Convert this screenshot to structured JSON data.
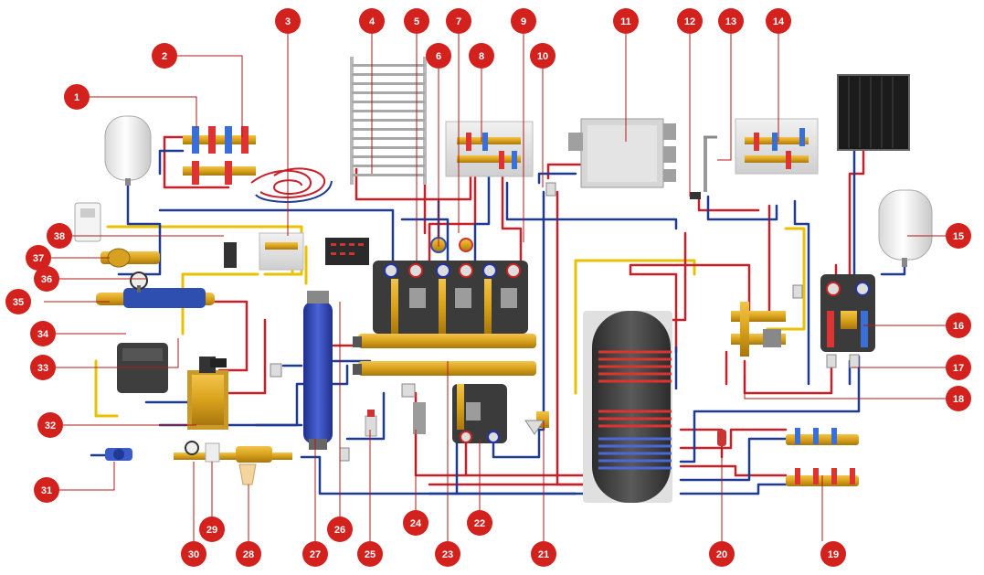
{
  "diagram": {
    "callouts": [
      "1",
      "2",
      "3",
      "4",
      "5",
      "6",
      "7",
      "8",
      "9",
      "10",
      "11",
      "12",
      "13",
      "14",
      "15",
      "16",
      "17",
      "18",
      "19",
      "20",
      "21",
      "22",
      "23",
      "24",
      "25",
      "26",
      "27",
      "28",
      "29",
      "30",
      "31",
      "32",
      "33",
      "34",
      "35",
      "36",
      "37",
      "38"
    ]
  },
  "colors": {
    "callout": "#d3211d",
    "supply_pipe": "#c8202a",
    "return_pipe": "#1f3a93",
    "gas_pipe": "#e8c200",
    "brass": "#d9a21c",
    "tank": "#4a4a4a",
    "pump_housing": "#3b3b3b",
    "boiler_panel": "#e6e6e6"
  },
  "icons": [
    "expansion-vessel",
    "underfloor-heating-loop",
    "towel-radiator",
    "pump-group",
    "hydraulic-separator",
    "water-heater-tank",
    "gas-boiler",
    "solar-collector",
    "solar-pump-station",
    "water-meter",
    "pressure-gauge",
    "safety-valve",
    "filter",
    "gas-meter",
    "controller-panel",
    "mixing-manifold",
    "faucet"
  ]
}
